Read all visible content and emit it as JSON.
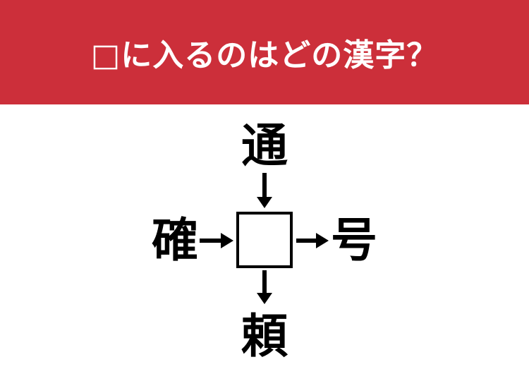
{
  "header": {
    "title": "□に入るのはどの漢字？",
    "background_color": "#cc2f3a"
  },
  "puzzle": {
    "top": "通",
    "left": "確",
    "right": "号",
    "bottom": "頼",
    "center_blank": ""
  }
}
